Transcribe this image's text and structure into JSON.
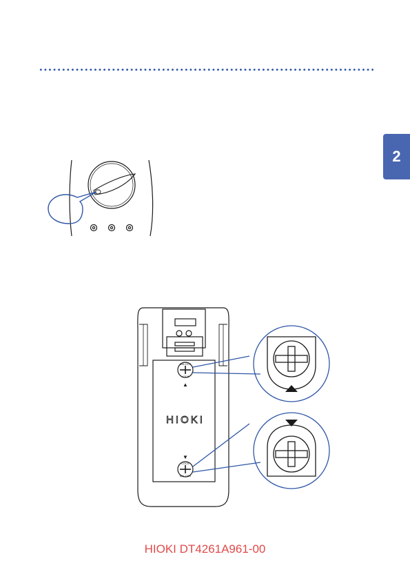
{
  "page": {
    "chapter_number": "2",
    "document_id": "HIOKI DT4261A961-00",
    "accent_color": "#2f56a6",
    "tab_color": "#4966b1",
    "footer_color": "#e04a4a"
  },
  "figure_back": {
    "brand_logo": "HIOKI",
    "lock_label_top": "UNLOCK",
    "lock_label_bottom": "LOCK",
    "arrow_up": "▲",
    "arrow_down": "▼"
  }
}
